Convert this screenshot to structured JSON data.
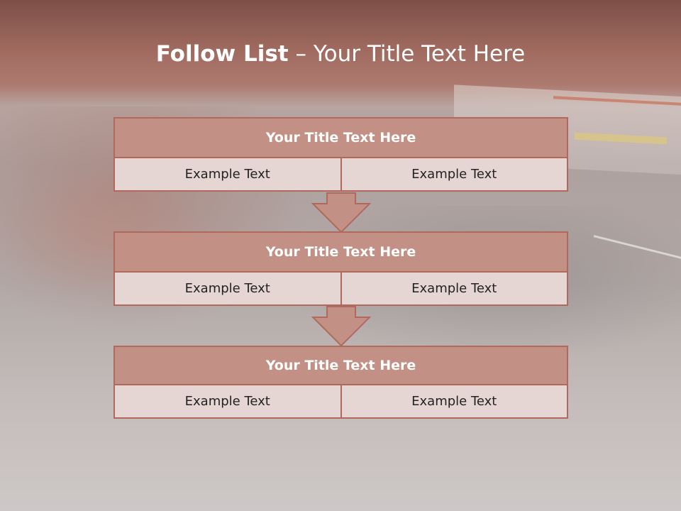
{
  "slide": {
    "title_bold": "Follow List",
    "title_rest": " – Your Title Text Here"
  },
  "blocks": [
    {
      "title": "Your Title Text Here",
      "cells": [
        "Example Text",
        "Example Text"
      ]
    },
    {
      "title": "Your Title Text Here",
      "cells": [
        "Example Text",
        "Example Text"
      ]
    },
    {
      "title": "Your Title Text Here",
      "cells": [
        "Example Text",
        "Example Text"
      ]
    }
  ],
  "colors": {
    "header_fill": "#c39085",
    "cell_fill": "#e6d6d3",
    "border": "#b06a5d",
    "title_text": "#ffffff"
  }
}
